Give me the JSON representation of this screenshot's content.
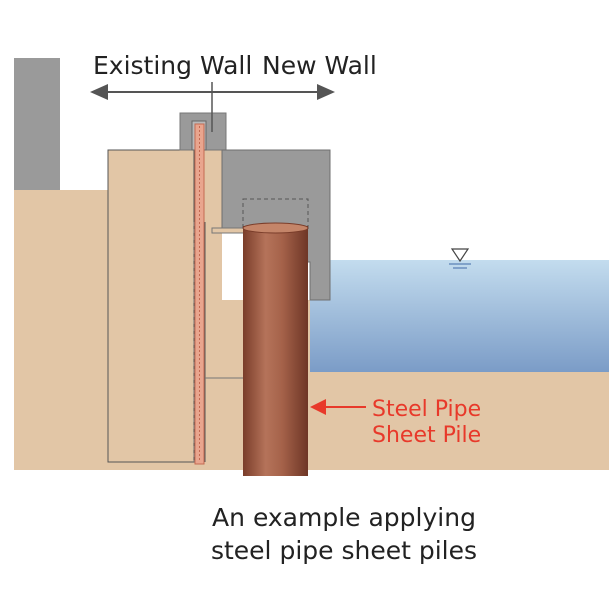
{
  "labels": {
    "existing_wall": "Existing Wall",
    "new_wall": "New Wall",
    "pile_line1": "Steel Pipe",
    "pile_line2": "Sheet Pile",
    "caption_line1": "An example applying",
    "caption_line2": "steel pipe sheet piles"
  },
  "colors": {
    "soil": "#e2c6a6",
    "concrete": "#9a9a9a",
    "concrete_dark": "#7d7d7d",
    "water_top": "#bcd8ec",
    "water_bottom": "#7e9fc9",
    "pile": "#a5624a",
    "accent_red": "#e8392a",
    "outline": "#333333"
  },
  "icons": {
    "water_level": "water-level-triangle-icon",
    "arrow": "double-arrow-icon"
  }
}
